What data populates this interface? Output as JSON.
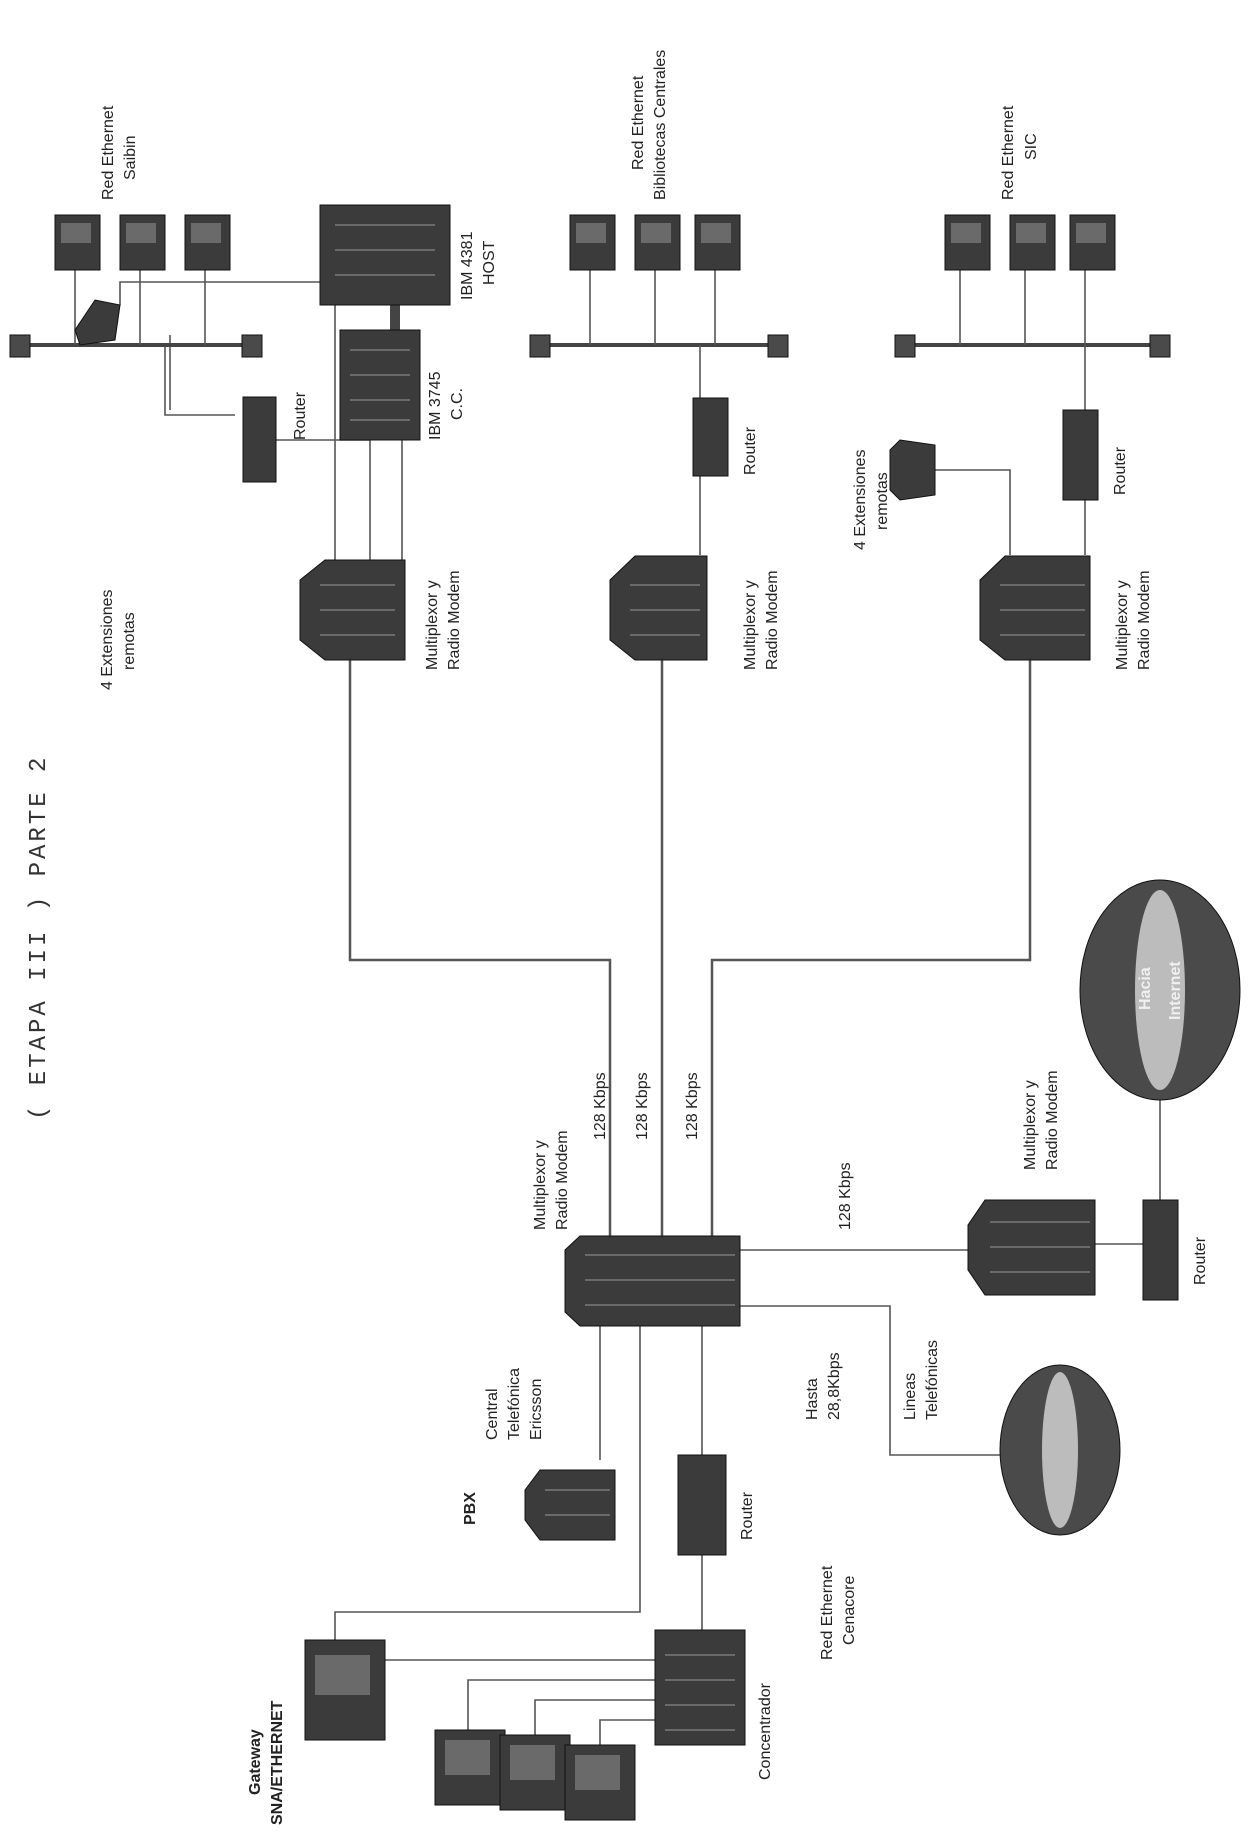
{
  "title": "( ETAPA III ) PARTE 2",
  "labels": {
    "red_salbin": [
      "Red Ethernet",
      "Saibin"
    ],
    "red_bibliotecas": [
      "Red Ethernet",
      "Bibliotecas Centrales"
    ],
    "red_sic": [
      "Red Ethernet",
      "SIC"
    ],
    "ibm_host": [
      "IBM 4381",
      "HOST"
    ],
    "ibm_cc": [
      "IBM 3745",
      "C.C."
    ],
    "router": "Router",
    "multiplexor": [
      "Multiplexor y",
      "Radio Modem"
    ],
    "extensiones": [
      "4 Extensiones",
      "remotas"
    ],
    "kbps": "128 Kbps",
    "hacia_internet": [
      "Hacia",
      "Internet"
    ],
    "hasta": [
      "Hasta",
      "28,8Kbps"
    ],
    "lineas": [
      "Lineas",
      "Telefónicas"
    ],
    "central": [
      "Central",
      "Telefónica",
      "Ericsson"
    ],
    "pbx": "PBX",
    "red_cenacore": [
      "Red Ethernet",
      "Cenacore"
    ],
    "concentrador": "Concentrador",
    "gateway": [
      "Gateway",
      "SNA/ETHERNET"
    ]
  }
}
